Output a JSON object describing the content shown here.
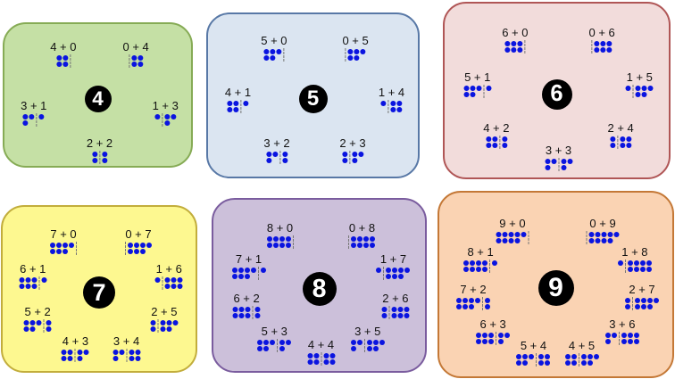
{
  "panels": [
    {
      "number": "4",
      "bg": "#c5e0a5",
      "border": "#86ab55",
      "bonds": [
        "4 + 0",
        "3 + 1",
        "2 + 2",
        "1 + 3",
        "0 + 4"
      ]
    },
    {
      "number": "5",
      "bg": "#dbe5f1",
      "border": "#5878a6",
      "bonds": [
        "5 + 0",
        "4 + 1",
        "3 + 2",
        "2 + 3",
        "1 + 4",
        "0 + 5"
      ]
    },
    {
      "number": "6",
      "bg": "#f2dcdb",
      "border": "#b05656",
      "bonds": [
        "6 + 0",
        "5 + 1",
        "4 + 2",
        "3 + 3",
        "2 + 4",
        "1 + 5",
        "0 + 6"
      ]
    },
    {
      "number": "7",
      "bg": "#fdf890",
      "border": "#c2ad3c",
      "bonds": [
        "7 + 0",
        "6 + 1",
        "5 + 2",
        "4 + 3",
        "3 + 4",
        "2 + 5",
        "1 + 6",
        "0 + 7"
      ]
    },
    {
      "number": "8",
      "bg": "#ccc0da",
      "border": "#7a5c9e",
      "bonds": [
        "8 + 0",
        "7 + 1",
        "6 + 2",
        "5 + 3",
        "4 + 4",
        "3 + 5",
        "2 + 6",
        "1 + 7",
        "0 + 8"
      ]
    },
    {
      "number": "9",
      "bg": "#fad3b3",
      "border": "#c47836",
      "bonds": [
        "9 + 0",
        "8 + 1",
        "7 + 2",
        "6 + 3",
        "5 + 4",
        "4 + 5",
        "3 + 6",
        "2 + 7",
        "1 + 8",
        "0 + 9"
      ]
    }
  ]
}
